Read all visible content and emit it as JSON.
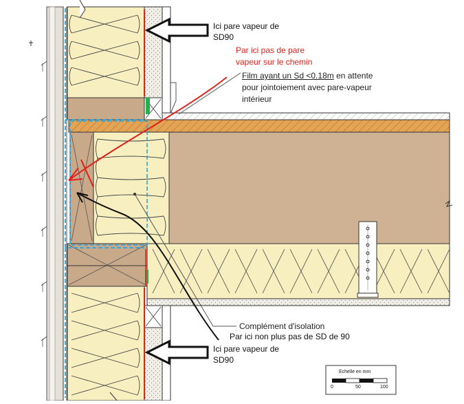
{
  "colors": {
    "insulation": "#f7efc0",
    "timber": "#c8a98a",
    "osb": "#e3a555",
    "board": "#cfb193",
    "hatch": "#ebe6df",
    "vapour_line": "#e0201a",
    "membrane_line": "#2aa6e0",
    "annotation_red": "#e0201a",
    "annotation_black": "#111111",
    "green_tape": "#22b14c"
  },
  "annotations": {
    "top_right_line1": "Ici pare vapeur de",
    "top_right_line2": "SD90",
    "red_note_line1": "Par ici pas de pare",
    "red_note_line2": "vapeur sur le chemin",
    "film_line1_underlined": "Film ayant un Sd <0.18m",
    "film_line1_rest": " en attente",
    "film_line2": "pour jointoiement avec pare-vapeur",
    "film_line3": "intérieur",
    "complement": "Complément d'isolation",
    "bottom_note": "Par ici non plus pas de SD de 90",
    "bottom_right_line1": "Ici pare vapeur de",
    "bottom_right_line2": "SD90"
  },
  "scale": {
    "title": "Echelle en mm",
    "ticks": [
      "0",
      "50",
      "100"
    ]
  }
}
